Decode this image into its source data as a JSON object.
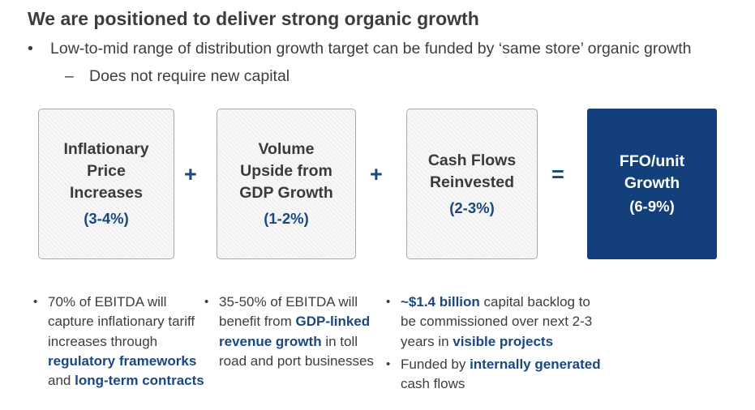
{
  "title": "We are positioned to deliver strong organic growth",
  "bullet_symbol": "•",
  "dash_symbol": "–",
  "bullet1": "Low-to-mid range of distribution growth target can be funded by ‘same store’ organic growth",
  "bullet2": "Does not require new capital",
  "boxes": [
    {
      "lines": [
        "Inflationary",
        "Price",
        "Increases"
      ],
      "pct": "(3-4%)"
    },
    {
      "lines": [
        "Volume",
        "Upside from",
        "GDP Growth"
      ],
      "pct": "(1-2%)"
    },
    {
      "lines": [
        "Cash Flows",
        "Reinvested"
      ],
      "pct": "(2-3%)"
    },
    {
      "lines": [
        "FFO/unit",
        "Growth"
      ],
      "pct": "(6-9%)"
    }
  ],
  "operators": [
    "+",
    "+",
    "="
  ],
  "notes": {
    "col1": {
      "t1": "70% of EBITDA will capture inflationary tariff increases through ",
      "b1": "regulatory frameworks",
      "t2": " and ",
      "b2": "long-term contracts"
    },
    "col2": {
      "t1": "35-50% of EBITDA will benefit from ",
      "b1": "GDP-linked revenue growth",
      "t2": " in toll road and port businesses"
    },
    "col3": {
      "b1": "~$1.4 billion",
      "t1": " capital backlog to be commissioned over next  2-3 years in ",
      "b2": "visible projects",
      "t2": "Funded by ",
      "b3": "internally generated",
      "t3": " cash flows"
    }
  },
  "colors": {
    "accent": "#1b4780",
    "result_box": "#13407a",
    "text": "#3d3d3d"
  }
}
